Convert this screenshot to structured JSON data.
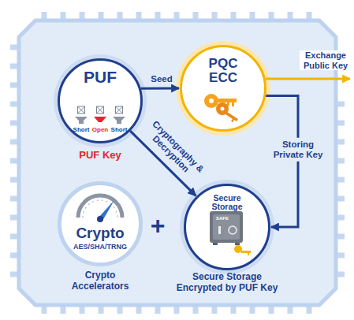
{
  "diagram": {
    "nodes": [
      {
        "text": [
          "PUF",
          "Short",
          "Open",
          "Short",
          "PUF Key"
        ]
      },
      {
        "text": [
          "PQC ECC"
        ]
      },
      {
        "text": [
          "Crypto",
          "AES/SHA/TRNG",
          "Crypto Accelerators"
        ]
      },
      {
        "text": [
          "Secure Storage",
          "Secure Storage Encrypted by PUF Key"
        ]
      }
    ],
    "edges": [
      {
        "from": 0,
        "to": 1,
        "arrow": "to",
        "label": "Seed"
      },
      {
        "from": 0,
        "to": 3,
        "arrow": "to",
        "label": "Cryptography & Decryption"
      },
      {
        "from": 1,
        "to": 3,
        "arrow": "to",
        "label": "Storing Private Key"
      }
    ],
    "labels": [
      "Exchange Public Key",
      "+",
      "SAFE"
    ]
  }
}
